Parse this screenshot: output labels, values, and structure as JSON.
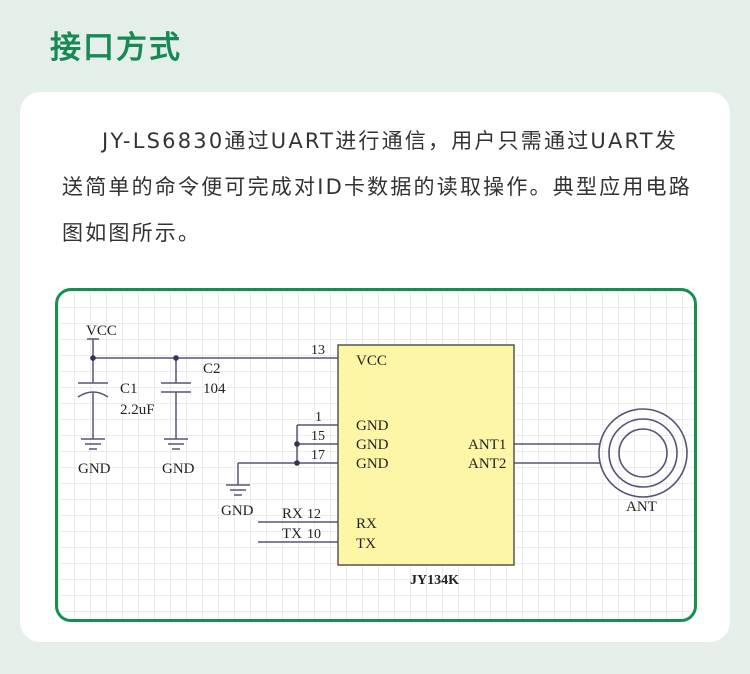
{
  "page": {
    "title": "接口方式"
  },
  "intro": {
    "text": "JY-LS6830通过UART进行通信，用户只需通过UART发送简单的命令便可完成对ID卡数据的读取操作。典型应用电路图如图所示。"
  },
  "schematic": {
    "vcc_label": "VCC",
    "c1": {
      "name": "C1",
      "value": "2.2uF"
    },
    "c2": {
      "name": "C2",
      "value": "104"
    },
    "gnd_label": "GND",
    "chip": {
      "name": "JY134K",
      "pins_left": [
        {
          "num": "13",
          "name": "VCC"
        },
        {
          "num": "1",
          "name": "GND"
        },
        {
          "num": "15",
          "name": "GND"
        },
        {
          "num": "17",
          "name": "GND"
        },
        {
          "num": "12",
          "name": "RX"
        },
        {
          "num": "10",
          "name": "TX"
        }
      ],
      "pins_right": [
        {
          "name": "ANT1"
        },
        {
          "name": "ANT2"
        }
      ]
    },
    "rx_net": "RX",
    "tx_net": "TX",
    "antenna_label": "ANT"
  },
  "colors": {
    "accent": "#168a52",
    "chip_fill": "#fdf6a6",
    "wire": "#555577"
  }
}
